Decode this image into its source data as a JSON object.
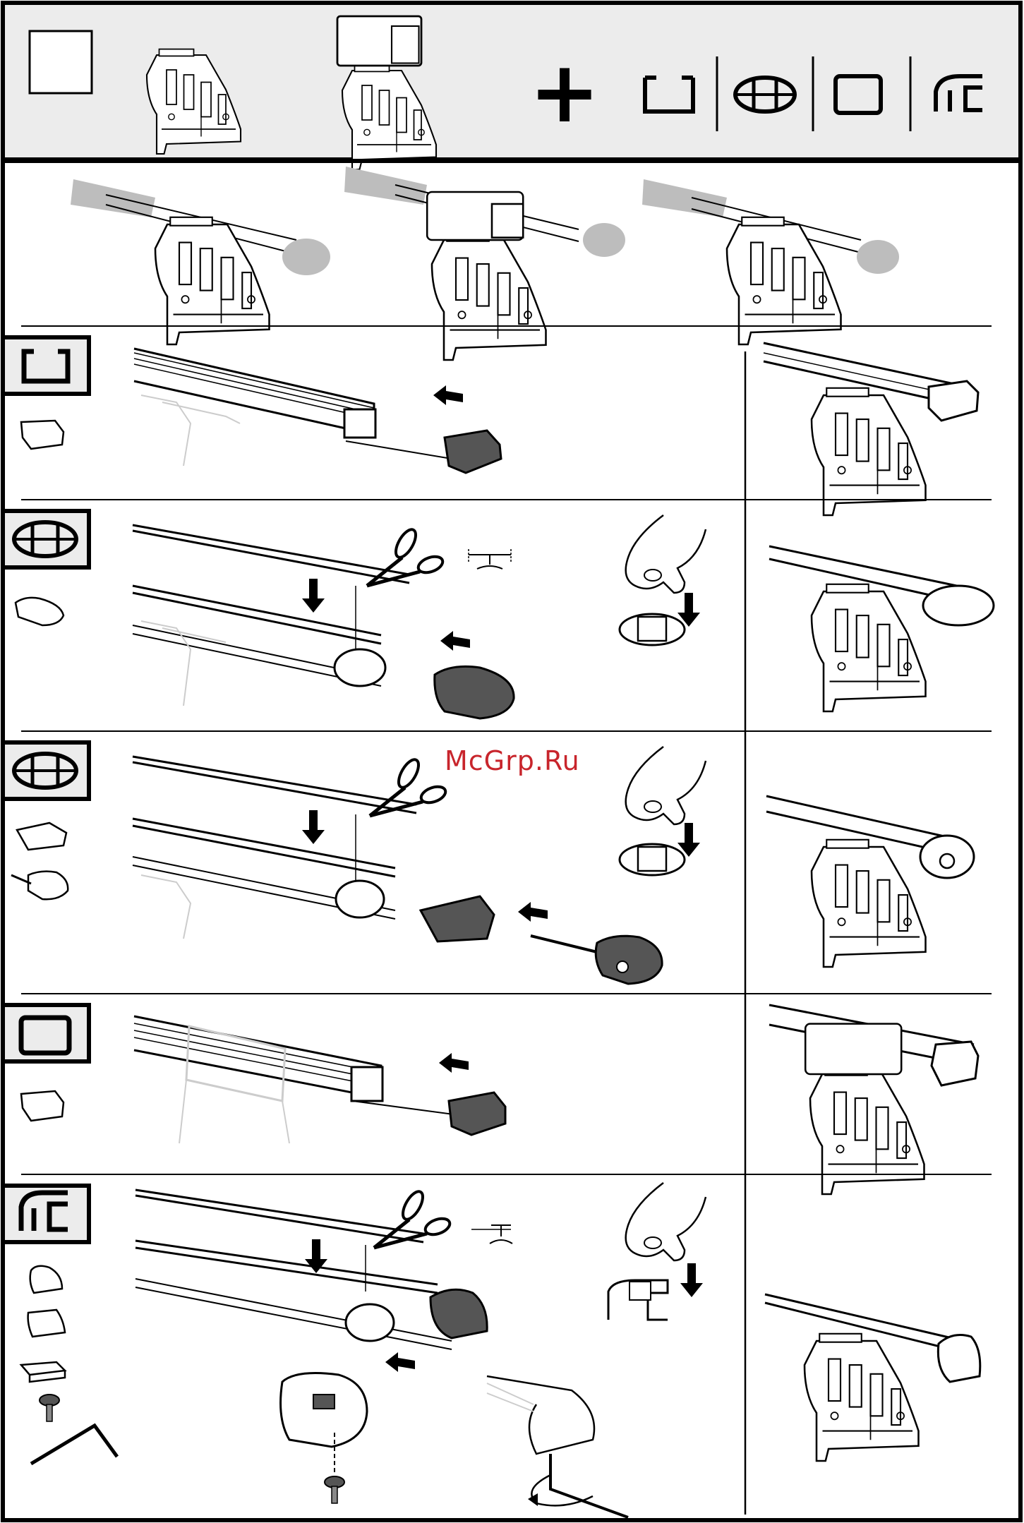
{
  "watermark": "McGrp.Ru",
  "header": {
    "plus_symbol": "+",
    "profiles": [
      "square-bar-profile-icon",
      "aero-bar-profile-icon",
      "square-bar-profile-icon",
      "slot-bar-profile-icon"
    ]
  },
  "steps": [
    {
      "id": "square-bar",
      "icon": "square-bar-profile-icon",
      "part": "square-end-cap"
    },
    {
      "id": "aero-bar-a",
      "icon": "aero-bar-profile-icon",
      "part": "aero-end-cap"
    },
    {
      "id": "aero-bar-b",
      "icon": "aero-bar-profile-icon",
      "part": "aero-end-cap-with-lock"
    },
    {
      "id": "square-bar-adapter",
      "icon": "square-bar-profile-icon",
      "part": "square-end-cap"
    },
    {
      "id": "slot-bar",
      "icon": "slot-bar-profile-icon",
      "part": "slot-end-cap"
    }
  ],
  "colors": {
    "panel_bg": "#ececec",
    "line": "#000000",
    "ghost": "#bdbdbd",
    "watermark": "#c8252c"
  }
}
